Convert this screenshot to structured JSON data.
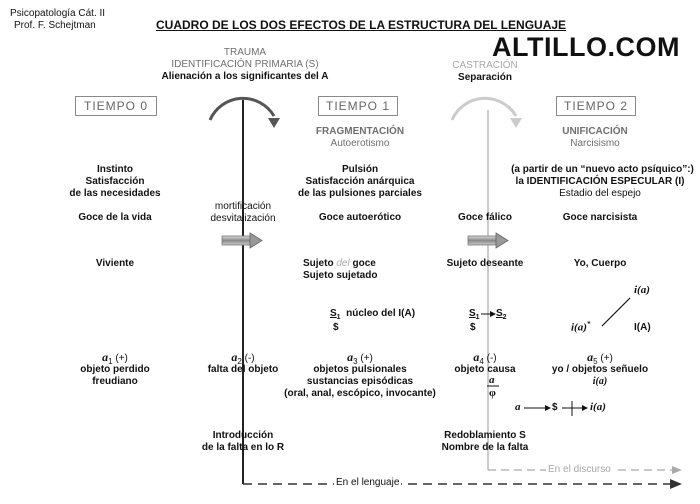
{
  "header": {
    "course": "Psicopatología Cát. II",
    "prof": "Prof. F. Schejtman",
    "title": "CUADRO DE LOS DOS EFECTOS DE LA ESTRUCTURA DEL LENGUAJE",
    "watermark": "ALTILLO.COM"
  },
  "top": {
    "trauma": "TRAUMA",
    "ident": "IDENTIFICACIÓN PRIMARIA (S)",
    "alienacion": "Alienación a los significantes del A",
    "castracion": "CASTRACIÓN",
    "separacion": "Separación"
  },
  "tiempos": {
    "t0": "TIEMPO 0",
    "t1": "TIEMPO 1",
    "t2": "TIEMPO 2"
  },
  "t1head": {
    "a": "FRAGMENTACIÓN",
    "b": "Autoerotismo"
  },
  "t2head": {
    "a": "UNIFICACIÓN",
    "b": "Narcisismo"
  },
  "col0": {
    "l1": "Instinto",
    "l2": "Satisfacción",
    "l3": "de las necesidades",
    "goce": "Goce de la vida",
    "viviente": "Viviente",
    "a_sym": "a",
    "a_sub": "1",
    "a_sign": "(+)",
    "obj1": "objeto perdido",
    "obj2": "freudiano"
  },
  "mid0": {
    "l1": "mortificación",
    "l2": "desvitalización",
    "a_sym": "a",
    "a_sub": "2",
    "a_sign": "(-)",
    "falta": "falta del objeto",
    "intro1": "Introducción",
    "intro2": "de la falta en lo  R"
  },
  "col1": {
    "l1": "Pulsión",
    "l2": "Satisfacción anárquica",
    "l3": "de las pulsiones parciales",
    "goce": "Goce autoerótico",
    "suj1a": "Sujeto ",
    "suj1b": "del",
    "suj1c": " goce",
    "suj2": "Sujeto sujetado",
    "s1": "S",
    "s1sub": "1",
    "nucleo": "núcleo del I(A)",
    "barS": "$",
    "a_sym": "a",
    "a_sub": "3",
    "a_sign": "(+)",
    "o1": "objetos pulsionales",
    "o2": "sustancias episódicas",
    "o3": "(oral, anal, escópico, invocante)"
  },
  "mid1": {
    "goce": "Goce fálico",
    "sujeto": "Sujeto deseante",
    "s1": "S",
    "s1sub": "1",
    "s2": "S",
    "s2sub": "2",
    "barS": "$",
    "a_sym": "a",
    "a_sub": "4",
    "a_sign": "(-)",
    "causa": "objeto causa",
    "frac_top": "a",
    "frac_bot": "φ",
    "r1": "Redoblamiento S",
    "r2": "Nombre de la falta"
  },
  "col2": {
    "l1": "(a partir de un “nuevo acto psíquico”:)",
    "l2": "la IDENTIFICACIÓN ESPECULAR (I)",
    "l3": "Estadio del espejo",
    "goce": "Goce narcisista",
    "yo": "Yo, Cuerpo",
    "ia_top": "i(a)",
    "ia_left": "i(a)",
    "IA": "I(A)",
    "a_sym": "a",
    "a_sub": "5",
    "a_sign": "(+)",
    "o1": "yo  / objetos señuelo",
    "o2": "i(a)",
    "m_a": "a",
    "m_S": "$",
    "m_ia": "i(a)"
  },
  "bottom": {
    "lenguaje": "En el lenguaje",
    "discurso": "En el discurso"
  }
}
